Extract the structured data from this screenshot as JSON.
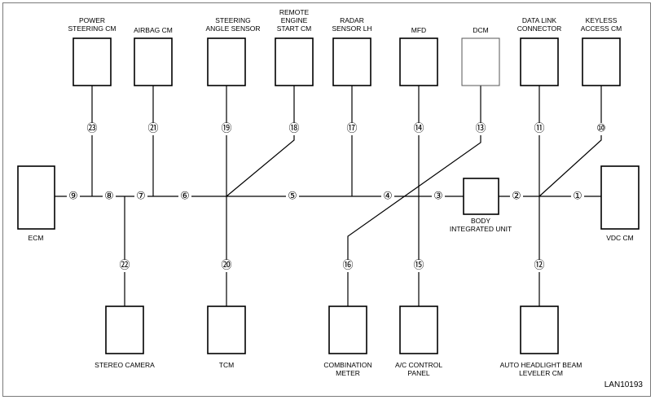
{
  "diagram_code": "LAN10193",
  "modules": {
    "power_steering": [
      "POWER",
      "STEERING CM"
    ],
    "airbag": [
      "AIRBAG CM"
    ],
    "steering_angle": [
      "STEERING",
      "ANGLE SENSOR"
    ],
    "remote_engine": [
      "REMOTE",
      "ENGINE",
      "START CM"
    ],
    "radar": [
      "RADAR",
      "SENSOR LH"
    ],
    "mfd": [
      "MFD"
    ],
    "dcm": [
      "DCM"
    ],
    "data_link": [
      "DATA LINK",
      "CONNECTOR"
    ],
    "keyless": [
      "KEYLESS",
      "ACCESS CM"
    ],
    "ecm": [
      "ECM"
    ],
    "body_integrated": [
      "BODY",
      "INTEGRATED UNIT"
    ],
    "vdc": [
      "VDC CM"
    ],
    "stereo_camera": [
      "STEREO CAMERA"
    ],
    "tcm": [
      "TCM"
    ],
    "combination_meter": [
      "COMBINATION",
      "METER"
    ],
    "ac_panel": [
      "A/C CONTROL",
      "PANEL"
    ],
    "headlight_leveler": [
      "AUTO HEADLIGHT BEAM",
      "LEVELER CM"
    ]
  },
  "markers": {
    "m1": "①",
    "m2": "②",
    "m3": "③",
    "m4": "④",
    "m5": "⑤",
    "m6": "⑥",
    "m7": "⑦",
    "m8": "⑧",
    "m9": "⑨",
    "m10": "⑩",
    "m11": "⑪",
    "m12": "⑫",
    "m13": "⑬",
    "m14": "⑭",
    "m15": "⑮",
    "m16": "⑯",
    "m17": "⑰",
    "m18": "⑱",
    "m19": "⑲",
    "m20": "⑳",
    "m21": "㉑",
    "m22": "㉒",
    "m23": "㉓"
  }
}
